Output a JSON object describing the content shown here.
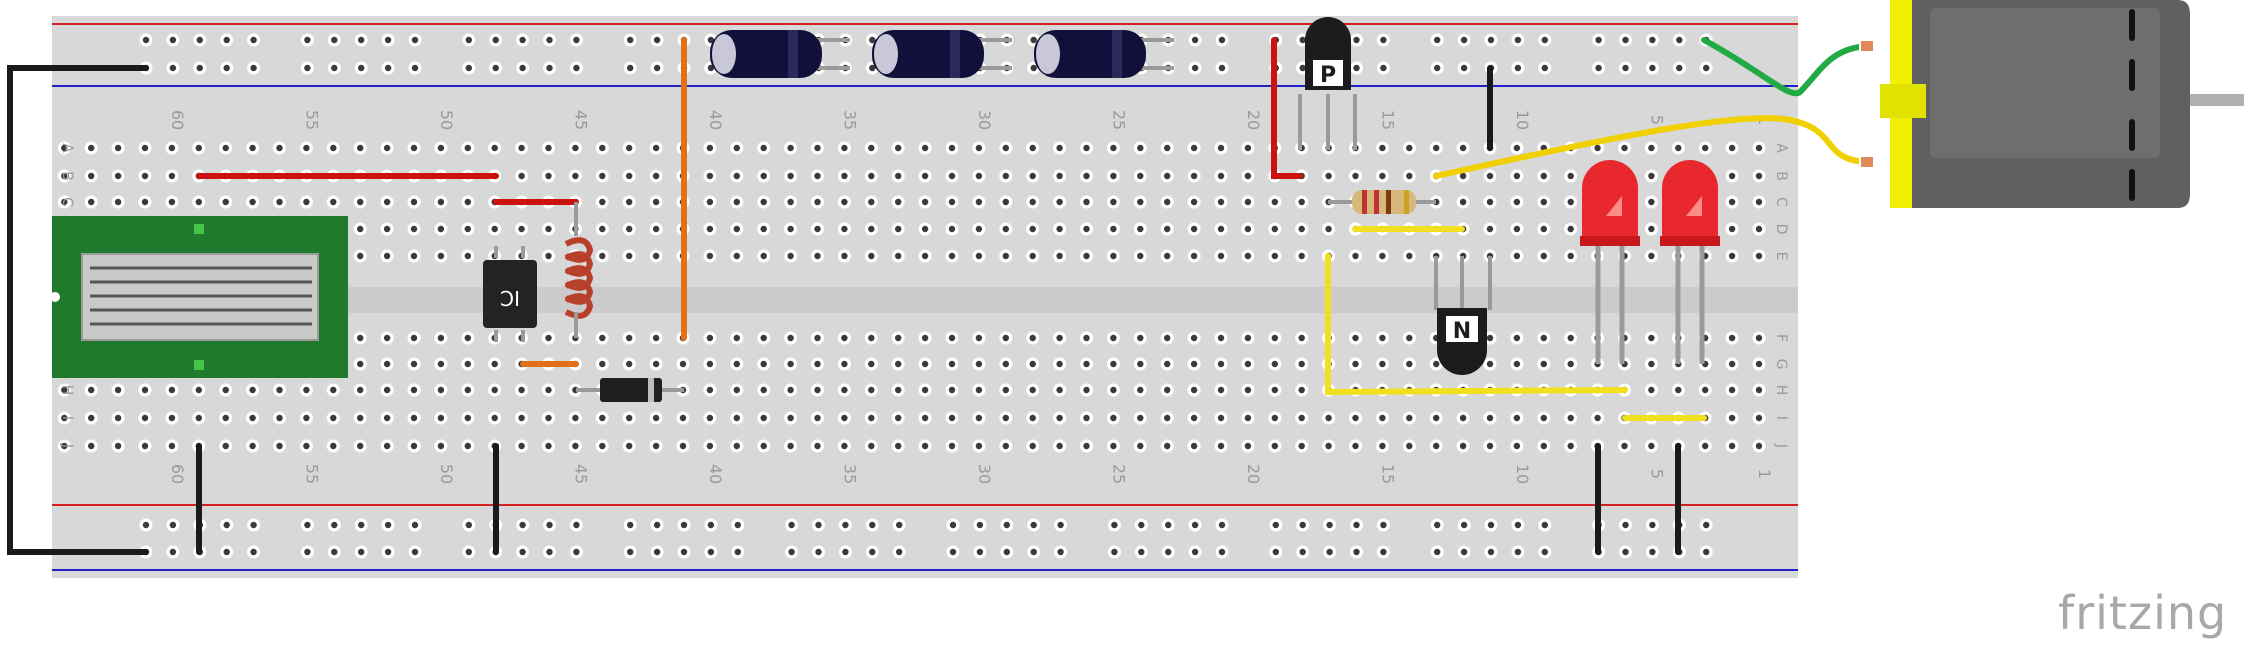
{
  "breadboard": {
    "column_numbers": [
      "60",
      "55",
      "50",
      "45",
      "40",
      "35",
      "30",
      "25",
      "20",
      "15",
      "10",
      "5",
      "1"
    ],
    "row_letters_top": [
      "A",
      "B",
      "C",
      "D",
      "E"
    ],
    "row_letters_bottom": [
      "F",
      "G",
      "H",
      "I",
      "J"
    ]
  },
  "components": {
    "ic_label": "IC",
    "pnp_transistor_label": "P",
    "npn_transistor_label": "N",
    "capacitor_count": 3,
    "led_count": 2
  },
  "colors": {
    "board": "#d9d9d9",
    "red_rail": "#d42020",
    "blue_rail": "#2020c8",
    "wire_red": "#cc1111",
    "wire_black": "#1a1a1a",
    "wire_orange": "#e0701a",
    "wire_yellow": "#f0e020",
    "wire_green": "#22aa44",
    "led": "#e8282c",
    "solar_panel": "#1f7a2e",
    "motor_body": "#606060",
    "motor_bracket": "#f0f000"
  },
  "branding": {
    "logo_text": "fritzing"
  }
}
